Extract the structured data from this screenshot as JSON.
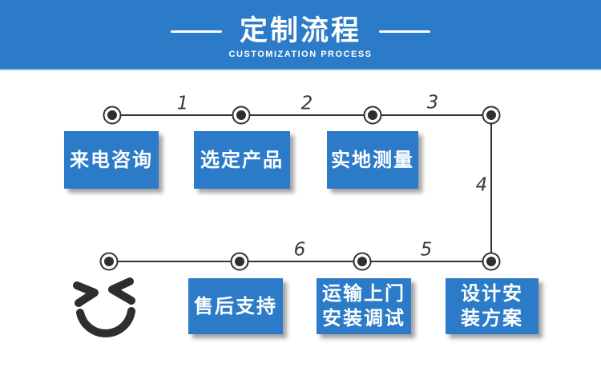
{
  "banner": {
    "title": "定制流程",
    "subtitle": "CUSTOMIZATION PROCESS"
  },
  "flow": {
    "boxes": [
      {
        "lines": [
          "来电咨询"
        ]
      },
      {
        "lines": [
          "选定产品"
        ]
      },
      {
        "lines": [
          "实地测量"
        ]
      },
      {
        "lines": [
          "售后支持"
        ]
      },
      {
        "lines": [
          "运输上门",
          "安装调试"
        ]
      },
      {
        "lines": [
          "设计安",
          "装方案"
        ]
      }
    ],
    "segment_numbers": [
      "1",
      "2",
      "3",
      "4",
      "5",
      "6"
    ]
  },
  "icons": {
    "smiley": "winking-smiley-face"
  },
  "colors": {
    "primary_blue": "#2b7bc8",
    "banner_edge_light_blue": "#8fc0ea",
    "connector_dark": "#333333",
    "text_white": "#ffffff"
  }
}
